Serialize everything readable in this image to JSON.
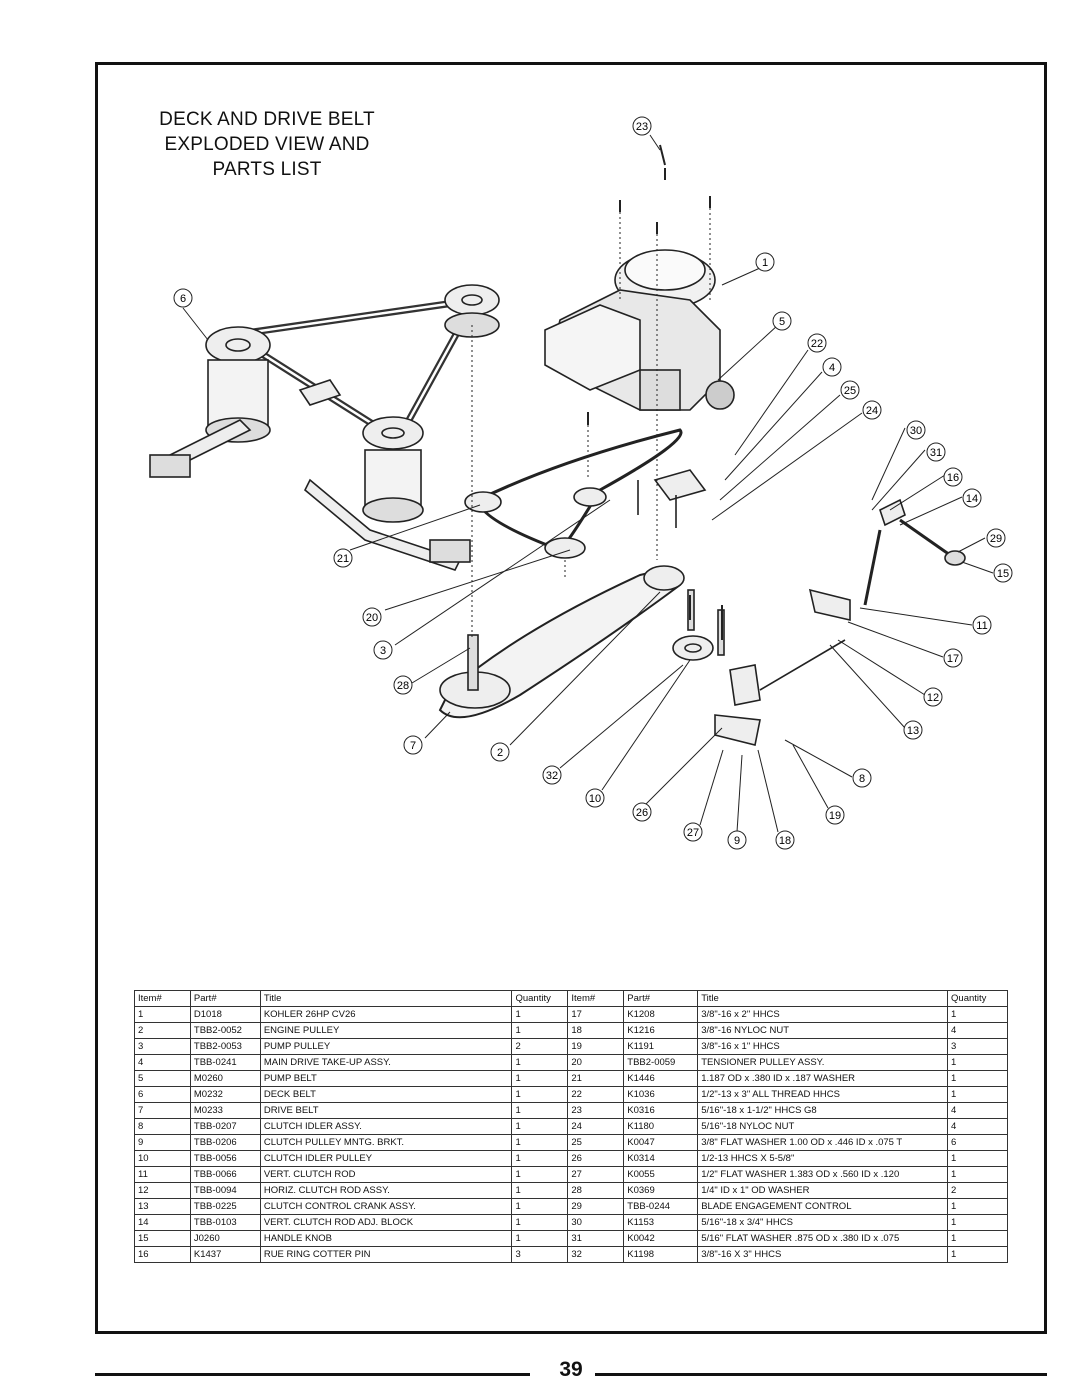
{
  "page": {
    "title_lines": [
      "DECK AND DRIVE BELT",
      "EXPLODED VIEW AND",
      "PARTS LIST"
    ],
    "page_number": "39"
  },
  "callouts": [
    "1",
    "2",
    "3",
    "4",
    "5",
    "6",
    "7",
    "8",
    "9",
    "10",
    "11",
    "12",
    "13",
    "14",
    "15",
    "16",
    "17",
    "18",
    "19",
    "20",
    "21",
    "22",
    "23",
    "24",
    "25",
    "26",
    "27",
    "28",
    "29",
    "30",
    "31",
    "32"
  ],
  "parts_table": {
    "headers": [
      "Item#",
      "Part#",
      "Title",
      "Quantity",
      "Item#",
      "Part#",
      "Title",
      "Quantity"
    ],
    "rows": [
      [
        "1",
        "D1018",
        "KOHLER 26HP CV26",
        "1",
        "17",
        "K1208",
        "3/8\"-16 x 2\" HHCS",
        "1"
      ],
      [
        "2",
        "TBB2-0052",
        "ENGINE PULLEY",
        "1",
        "18",
        "K1216",
        "3/8\"-16 NYLOC NUT",
        "4"
      ],
      [
        "3",
        "TBB2-0053",
        "PUMP PULLEY",
        "2",
        "19",
        "K1191",
        "3/8\"-16 x 1\" HHCS",
        "3"
      ],
      [
        "4",
        "TBB-0241",
        "MAIN DRIVE TAKE-UP ASSY.",
        "1",
        "20",
        "TBB2-0059",
        "TENSIONER PULLEY ASSY.",
        "1"
      ],
      [
        "5",
        "M0260",
        "PUMP BELT",
        "1",
        "21",
        "K1446",
        "1.187 OD x .380 ID x .187 WASHER",
        "1"
      ],
      [
        "6",
        "M0232",
        "DECK BELT",
        "1",
        "22",
        "K1036",
        "1/2\"-13 x 3\"  ALL THREAD  HHCS",
        "1"
      ],
      [
        "7",
        "M0233",
        "DRIVE BELT",
        "1",
        "23",
        "K0316",
        "5/16\"-18 x 1-1/2\" HHCS G8",
        "4"
      ],
      [
        "8",
        "TBB-0207",
        "CLUTCH IDLER ASSY.",
        "1",
        "24",
        "K1180",
        "5/16\"-18 NYLOC NUT",
        "4"
      ],
      [
        "9",
        "TBB-0206",
        "CLUTCH PULLEY MNTG. BRKT.",
        "1",
        "25",
        "K0047",
        "3/8\" FLAT WASHER 1.00 OD x .446 ID x .075 T",
        "6"
      ],
      [
        "10",
        "TBB-0056",
        "CLUTCH IDLER PULLEY",
        "1",
        "26",
        "K0314",
        "1/2-13 HHCS X 5-5/8\"",
        "1"
      ],
      [
        "11",
        "TBB-0066",
        "VERT. CLUTCH ROD",
        "1",
        "27",
        "K0055",
        "1/2\" FLAT WASHER 1.383 OD x .560 ID x .120",
        "1"
      ],
      [
        "12",
        "TBB-0094",
        "HORIZ. CLUTCH ROD ASSY.",
        "1",
        "28",
        "K0369",
        "1/4\" ID x 1\" OD WASHER",
        "2"
      ],
      [
        "13",
        "TBB-0225",
        "CLUTCH CONTROL CRANK ASSY.",
        "1",
        "29",
        "TBB-0244",
        "BLADE ENGAGEMENT CONTROL",
        "1"
      ],
      [
        "14",
        "TBB-0103",
        "VERT. CLUTCH ROD ADJ. BLOCK",
        "1",
        "30",
        "K1153",
        "5/16\"-18 x 3/4\" HHCS",
        "1"
      ],
      [
        "15",
        "J0260",
        "HANDLE KNOB",
        "1",
        "31",
        "K0042",
        "5/16\" FLAT WASHER .875 OD x .380 ID x .075",
        "1"
      ],
      [
        "16",
        "K1437",
        "RUE RING COTTER PIN",
        "3",
        "32",
        "K1198",
        "3/8\"-16 X 3\" HHCS",
        "1"
      ]
    ]
  }
}
